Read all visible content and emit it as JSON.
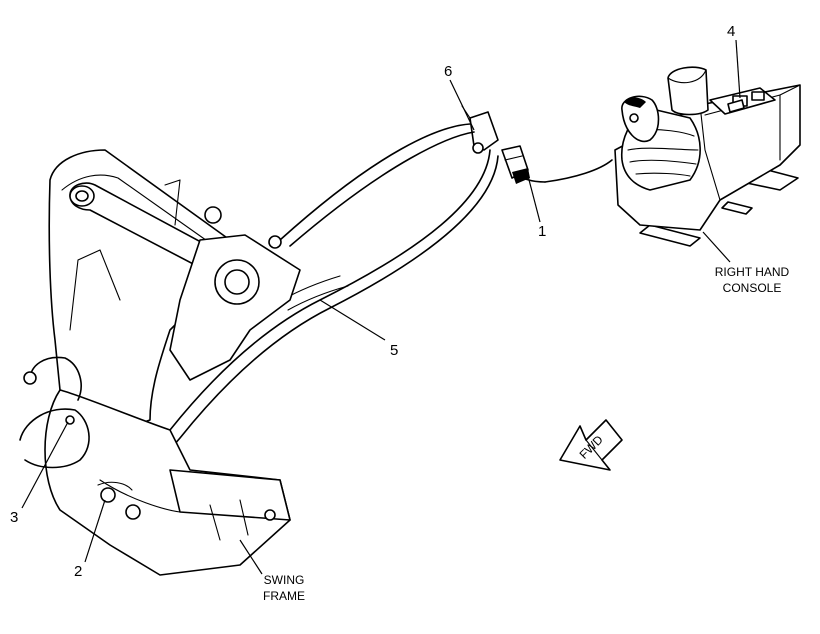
{
  "callouts": {
    "c1": "1",
    "c2": "2",
    "c3": "3",
    "c4": "4",
    "c5": "5",
    "c6": "6"
  },
  "labels": {
    "right_hand_console_line1": "RIGHT HAND",
    "right_hand_console_line2": "CONSOLE",
    "swing_frame_line1": "SWING",
    "swing_frame_line2": "FRAME",
    "fwd_arrow": "FWD"
  },
  "icons": {
    "direction": "fwd-arrow-icon"
  }
}
